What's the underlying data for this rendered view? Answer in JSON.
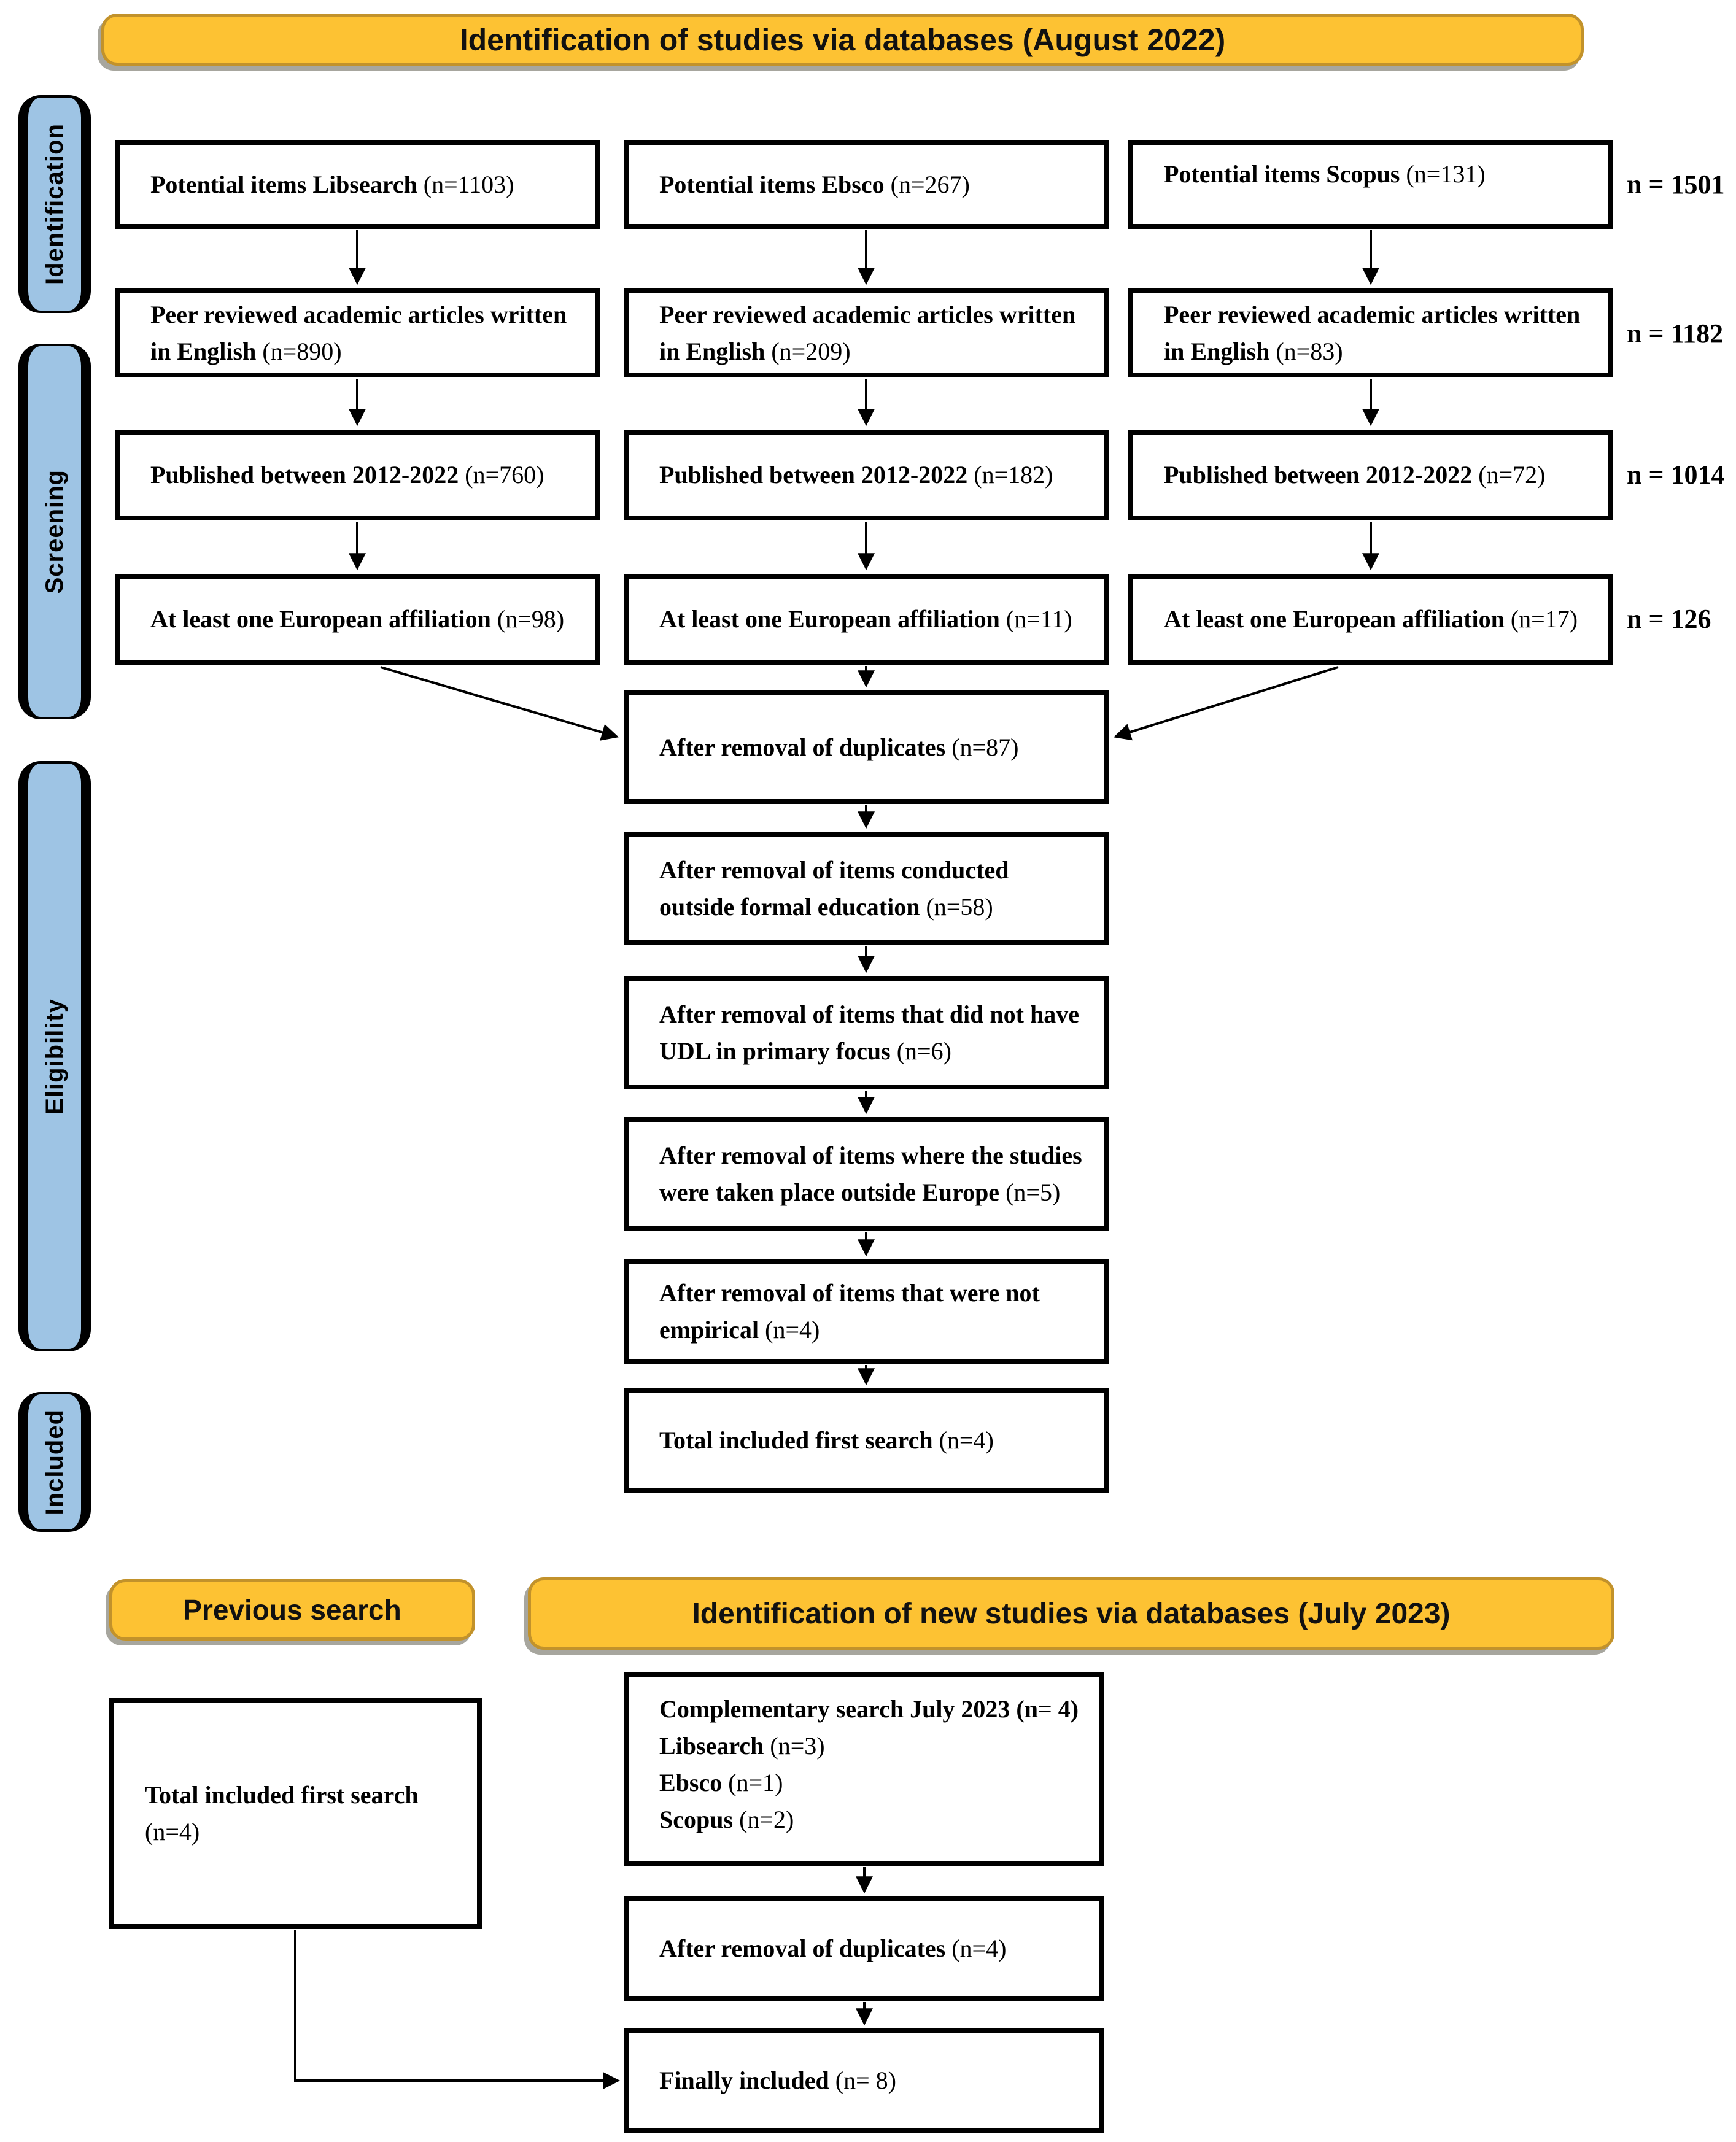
{
  "colors": {
    "banner": "#FDC233",
    "banner-border": "#C2922B",
    "sidebar": "#9EC4E4"
  },
  "banners": {
    "top": "Identification of studies via databases (August 2022)",
    "previous": "Previous search",
    "new_search": "Identification of new studies via databases (July 2023)"
  },
  "sidebar": {
    "items": [
      {
        "label": "Identification"
      },
      {
        "label": "Screening"
      },
      {
        "label": "Eligibility"
      },
      {
        "label": "Included"
      }
    ]
  },
  "flow": {
    "rows": [
      {
        "total": "n = 1501",
        "cells": [
          {
            "bold": "Potential items Libsearch",
            "n": "(n=1103)"
          },
          {
            "bold": "Potential items Ebsco",
            "n": "(n=267)"
          },
          {
            "bold": "Potential items Scopus",
            "n": "(n=131)"
          }
        ]
      },
      {
        "total": "n = 1182",
        "cells": [
          {
            "bold": "Peer reviewed academic articles written in English",
            "n": "(n=890)"
          },
          {
            "bold": "Peer reviewed academic articles written in English",
            "n": "(n=209)"
          },
          {
            "bold": "Peer reviewed academic articles written in English",
            "n": "(n=83)"
          }
        ]
      },
      {
        "total": "n = 1014",
        "cells": [
          {
            "bold": "Published between 2012-2022",
            "n": "(n=760)"
          },
          {
            "bold": "Published between 2012-2022",
            "n": "(n=182)"
          },
          {
            "bold": "Published between 2012-2022",
            "n": "(n=72)"
          }
        ]
      },
      {
        "total": "n = 126",
        "cells": [
          {
            "bold": "At least one European affiliation",
            "n": "(n=98)"
          },
          {
            "bold": "At least one European affiliation",
            "n": "(n=11)"
          },
          {
            "bold": "At least one European affiliation",
            "n": "(n=17)"
          }
        ]
      }
    ],
    "chain": [
      {
        "bold": "After removal of duplicates",
        "n": "(n=87)"
      },
      {
        "bold": "After removal of items conducted outside formal education",
        "n": "(n=58)"
      },
      {
        "bold": "After removal of items that did not have UDL in primary focus",
        "n": "(n=6)"
      },
      {
        "bold": "After removal of items where the studies were taken place outside Europe",
        "n": "(n=5)"
      },
      {
        "bold": "After removal of items that were not empirical",
        "n": "(n=4)"
      },
      {
        "bold": "Total included first search",
        "n": "(n=4)"
      }
    ],
    "bottom": {
      "previous_box": {
        "bold": "Total included first search",
        "n": "(n=4)"
      },
      "complementary": {
        "line1": "Complementary search July 2023 (n= 4)",
        "sources": [
          {
            "bold": "Libsearch",
            "n": "(n=3)"
          },
          {
            "bold": "Ebsco",
            "n": "(n=1)"
          },
          {
            "bold": "Scopus",
            "n": "(n=2)"
          }
        ]
      },
      "dedup": {
        "bold": "After removal of duplicates",
        "n": "(n=4)"
      },
      "final": {
        "bold": "Finally included",
        "n": "(n= 8)"
      }
    }
  }
}
